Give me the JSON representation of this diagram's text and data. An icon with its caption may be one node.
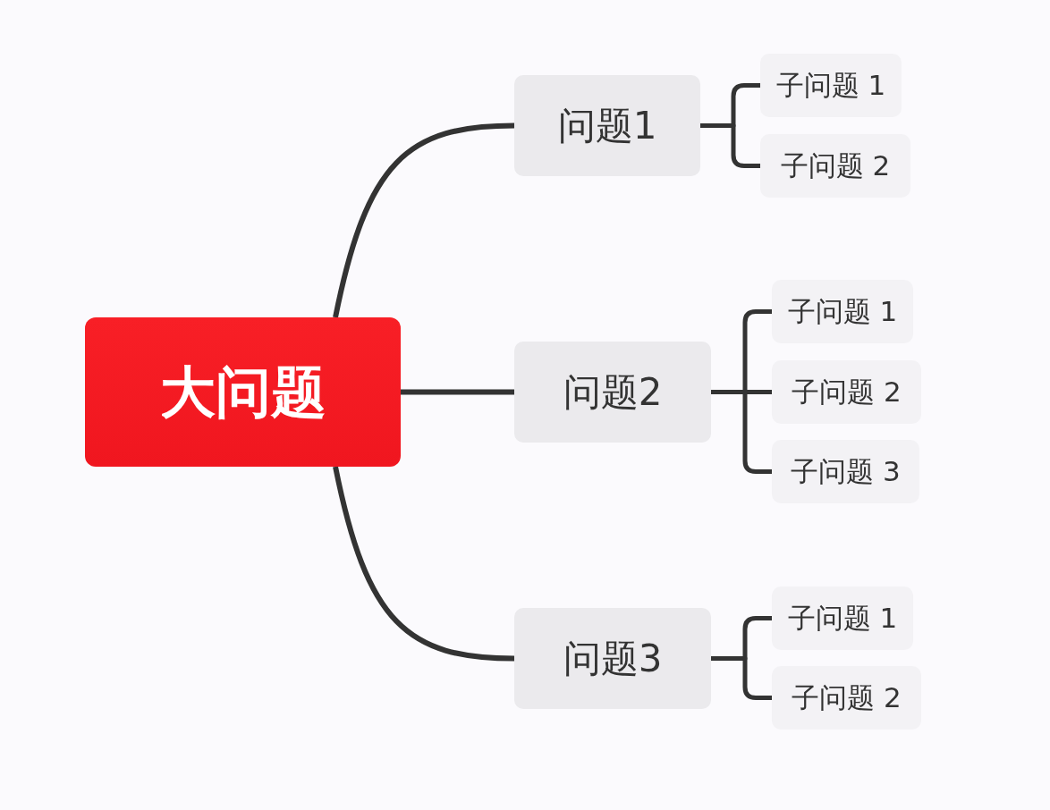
{
  "diagram": {
    "nodes": [
      {
        "text": [
          "大问题"
        ]
      },
      {
        "text": [
          "问题1"
        ]
      },
      {
        "text": [
          "子问题 1"
        ]
      },
      {
        "text": [
          "子问题 2"
        ]
      },
      {
        "text": [
          "问题2"
        ]
      },
      {
        "text": [
          "子问题 1"
        ]
      },
      {
        "text": [
          "子问题 2"
        ]
      },
      {
        "text": [
          "子问题 3"
        ]
      },
      {
        "text": [
          "问题3"
        ]
      },
      {
        "text": [
          "子问题 1"
        ]
      },
      {
        "text": [
          "子问题 2"
        ]
      }
    ],
    "edges": [
      {
        "from": 0,
        "to": 1,
        "arrow": "none"
      },
      {
        "from": 0,
        "to": 4,
        "arrow": "none"
      },
      {
        "from": 0,
        "to": 8,
        "arrow": "none"
      },
      {
        "from": 1,
        "to": 2,
        "arrow": "none"
      },
      {
        "from": 1,
        "to": 3,
        "arrow": "none"
      },
      {
        "from": 4,
        "to": 5,
        "arrow": "none"
      },
      {
        "from": 4,
        "to": 6,
        "arrow": "none"
      },
      {
        "from": 4,
        "to": 7,
        "arrow": "none"
      },
      {
        "from": 8,
        "to": 9,
        "arrow": "none"
      },
      {
        "from": 8,
        "to": 10,
        "arrow": "none"
      }
    ]
  }
}
